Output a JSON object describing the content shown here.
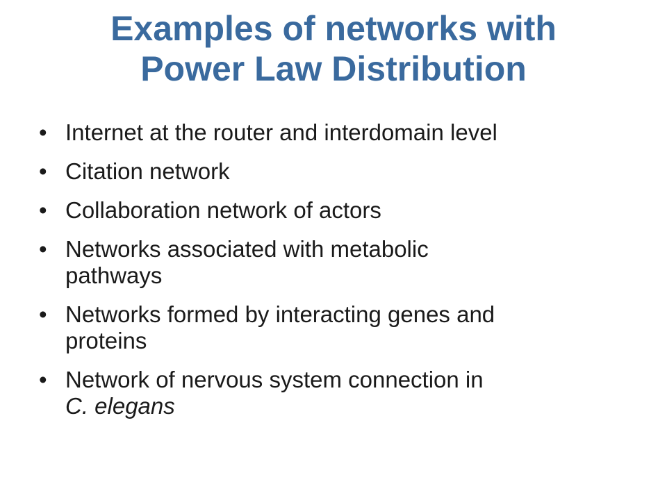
{
  "slide": {
    "title_line1": "Examples of networks with",
    "title_line2": "Power Law Distribution",
    "bullet_glyph": "•",
    "bullets": [
      {
        "text": "Internet at the router and interdomain level"
      },
      {
        "text": "Citation network"
      },
      {
        "text": "Collaboration network of actors"
      },
      {
        "text": "Networks associated with metabolic",
        "text2": "pathways"
      },
      {
        "text": "Networks formed by interacting genes and",
        "text2": "proteins"
      },
      {
        "text": "Network of nervous system connection in",
        "text2_italic": "C. elegans"
      }
    ]
  },
  "colors": {
    "title": "#3a6a9e",
    "body_text": "#1a1a1a",
    "background": "#ffffff"
  }
}
